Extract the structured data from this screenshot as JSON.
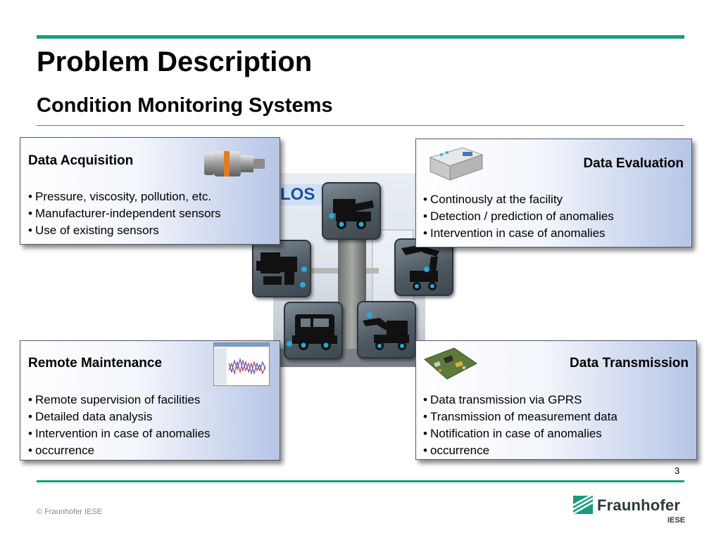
{
  "slide": {
    "title": "Problem Description",
    "subtitle": "Condition Monitoring Systems",
    "page_number": "3",
    "footer": "© Fraunhofer IESE"
  },
  "logo": {
    "name": "Fraunhofer",
    "unit": "IESE"
  },
  "photo": {
    "sign_text": "LOS"
  },
  "boxes": {
    "acquisition": {
      "title": "Data Acquisition",
      "items": [
        "Pressure, viscosity, pollution, etc.",
        "Manufacturer-independent sensors",
        "Use of existing sensors"
      ]
    },
    "evaluation": {
      "title": "Data Evaluation",
      "items": [
        "Continously at the facility",
        "Detection / prediction of anomalies",
        "Intervention in case of anomalies"
      ]
    },
    "maintenance": {
      "title": "Remote Maintenance",
      "items": [
        "Remote supervision of facilities",
        "Detailed data analysis",
        "Intervention in case of anomalies",
        "occurrence"
      ]
    },
    "transmission": {
      "title": "Data Transmission",
      "items": [
        "Data transmission via GPRS",
        "Transmission of measurement data",
        "Notification in case of anomalies",
        "occurrence"
      ]
    }
  },
  "colors": {
    "accent": "#179c7d",
    "box_gradient_end": "#b7c5e6",
    "icon_dot": "#29a9d8"
  }
}
